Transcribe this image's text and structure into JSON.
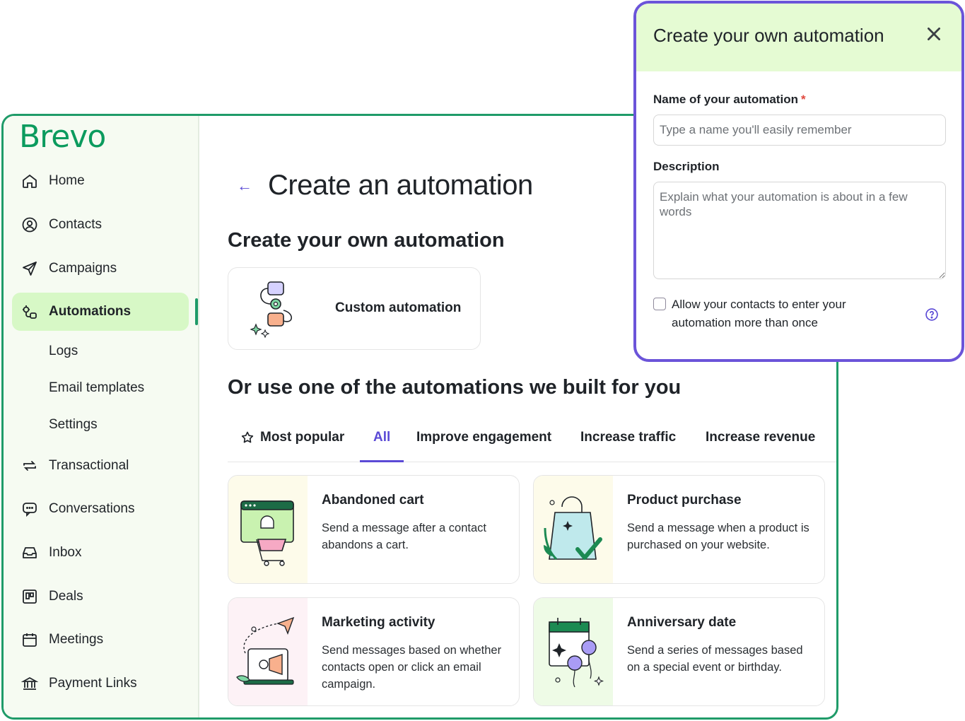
{
  "brand": {
    "logo": "Brevo",
    "accent": "#1f9b69",
    "modal_accent": "#6b54d9",
    "tab_accent": "#5b4ad6"
  },
  "sidebar": {
    "items": [
      {
        "label": "Home",
        "icon": "home-icon"
      },
      {
        "label": "Contacts",
        "icon": "contacts-icon"
      },
      {
        "label": "Campaigns",
        "icon": "send-icon"
      },
      {
        "label": "Automations",
        "icon": "automation-icon",
        "active": true
      },
      {
        "label": "Transactional",
        "icon": "transfer-icon"
      },
      {
        "label": "Conversations",
        "icon": "chat-icon"
      },
      {
        "label": "Inbox",
        "icon": "inbox-icon"
      },
      {
        "label": "Deals",
        "icon": "deals-icon"
      },
      {
        "label": "Meetings",
        "icon": "calendar-icon"
      },
      {
        "label": "Payment Links",
        "icon": "bank-icon"
      }
    ],
    "subitems": [
      "Logs",
      "Email templates",
      "Settings"
    ]
  },
  "main": {
    "title": "Create an automation",
    "own_heading": "Create your own automation",
    "custom_card_label": "Custom automation",
    "builtin_heading": "Or use one of the automations we built for you",
    "tabs": [
      {
        "label": "Most popular",
        "icon": "star-icon"
      },
      {
        "label": "All",
        "active": true
      },
      {
        "label": "Improve engagement"
      },
      {
        "label": "Increase traffic"
      },
      {
        "label": "Increase revenue"
      }
    ],
    "templates": [
      {
        "title": "Abandoned cart",
        "desc": "Send a message after a contact abandons a cart."
      },
      {
        "title": "Product purchase",
        "desc": "Send a message when a product is purchased on your website."
      },
      {
        "title": "Marketing activity",
        "desc": "Send messages based on whether contacts open or click an email campaign."
      },
      {
        "title": "Anniversary date",
        "desc": "Send a series of messages based on a special event or birthday."
      }
    ]
  },
  "modal": {
    "title": "Create your own automation",
    "name_label": "Name of your automation",
    "required_mark": "*",
    "name_placeholder": "Type a name you'll easily remember",
    "description_label": "Description",
    "description_placeholder": "Explain what your automation is about in a few words",
    "checkbox_label": "Allow your contacts to enter your automation more than once"
  }
}
